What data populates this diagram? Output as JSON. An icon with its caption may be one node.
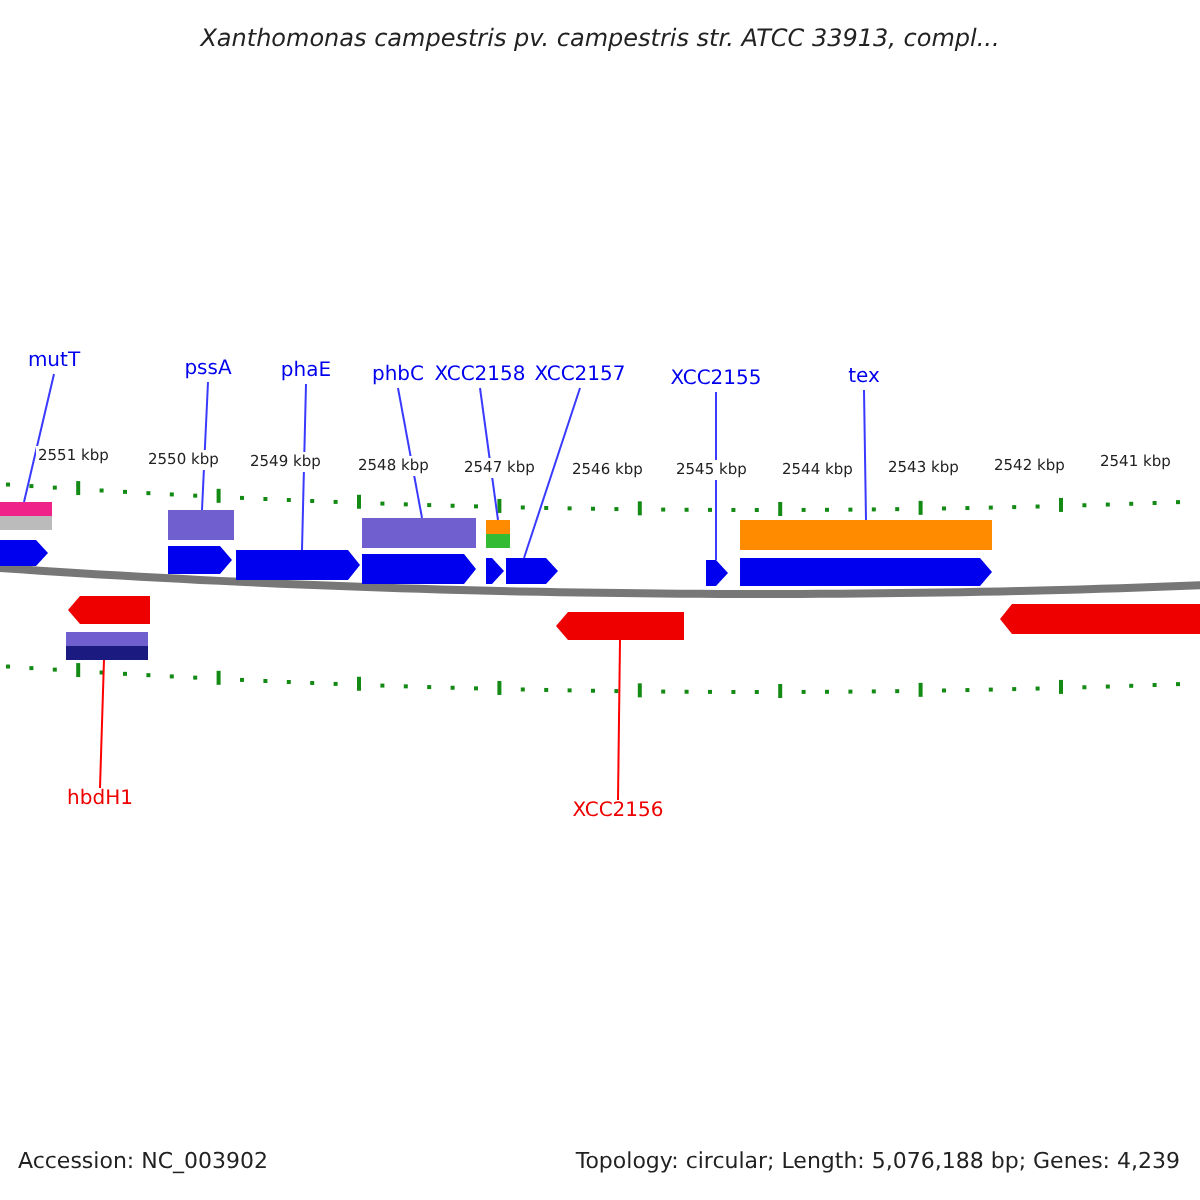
{
  "diagram": {
    "title": "Xanthomonas campestris pv. campestris str. ATCC 33913, compl...",
    "nodes": [
      {
        "text": [
          "mutT"
        ]
      },
      {
        "text": [
          "pssA"
        ]
      },
      {
        "text": [
          "phaE"
        ]
      },
      {
        "text": [
          "phbC"
        ]
      },
      {
        "text": [
          "XCC2158"
        ]
      },
      {
        "text": [
          "XCC2157"
        ]
      },
      {
        "text": [
          "XCC2155"
        ]
      },
      {
        "text": [
          "tex"
        ]
      },
      {
        "text": [
          "hbdH1"
        ]
      },
      {
        "text": [
          "XCC2156"
        ]
      },
      {
        "text": [],
        "shape": "bar"
      },
      {
        "text": [],
        "shape": "bar"
      },
      {
        "text": [],
        "shape": "arrow"
      },
      {
        "text": [],
        "shape": "arrow"
      },
      {
        "text": [],
        "shape": "bar"
      },
      {
        "text": [],
        "shape": "bar"
      },
      {
        "text": [],
        "shape": "bar"
      },
      {
        "text": [],
        "shape": "arrow"
      },
      {
        "text": [],
        "shape": "arrow"
      },
      {
        "text": [],
        "shape": "bar"
      },
      {
        "text": [],
        "shape": "arrow"
      },
      {
        "text": [],
        "shape": "bar"
      },
      {
        "text": [],
        "shape": "bar"
      },
      {
        "text": [],
        "shape": "arrow"
      },
      {
        "text": [],
        "shape": "arrow"
      },
      {
        "text": [],
        "shape": "arrow"
      },
      {
        "text": [],
        "shape": "arrow"
      },
      {
        "text": [],
        "shape": "bar"
      },
      {
        "text": [],
        "shape": "arrow"
      },
      {
        "text": [],
        "shape": "arrow"
      }
    ],
    "edges": [
      {
        "from": 0,
        "to": 10,
        "arrow": "none"
      },
      {
        "from": 1,
        "to": 16,
        "arrow": "none"
      },
      {
        "from": 2,
        "to": 18,
        "arrow": "none"
      },
      {
        "from": 3,
        "to": 19,
        "arrow": "none"
      },
      {
        "from": 4,
        "to": 21,
        "arrow": "none"
      },
      {
        "from": 5,
        "to": 24,
        "arrow": "none"
      },
      {
        "from": 6,
        "to": 26,
        "arrow": "none"
      },
      {
        "from": 7,
        "to": 27,
        "arrow": "none"
      },
      {
        "from": 8,
        "to": 15,
        "arrow": "none",
        "color": "#ff0000"
      },
      {
        "from": 9,
        "to": 25,
        "arrow": "none",
        "color": "#ff0000"
      }
    ],
    "labels": [
      "2551 kbp",
      "2550 kbp",
      "2549 kbp",
      "2548 kbp",
      "2547 kbp",
      "2546 kbp",
      "2545 kbp",
      "2544 kbp",
      "2543 kbp",
      "2542 kbp",
      "2541 kbp",
      "Accession: NC_003902",
      "Topology: circular; Length: 5,076,188 bp; Genes: 4,239"
    ]
  }
}
